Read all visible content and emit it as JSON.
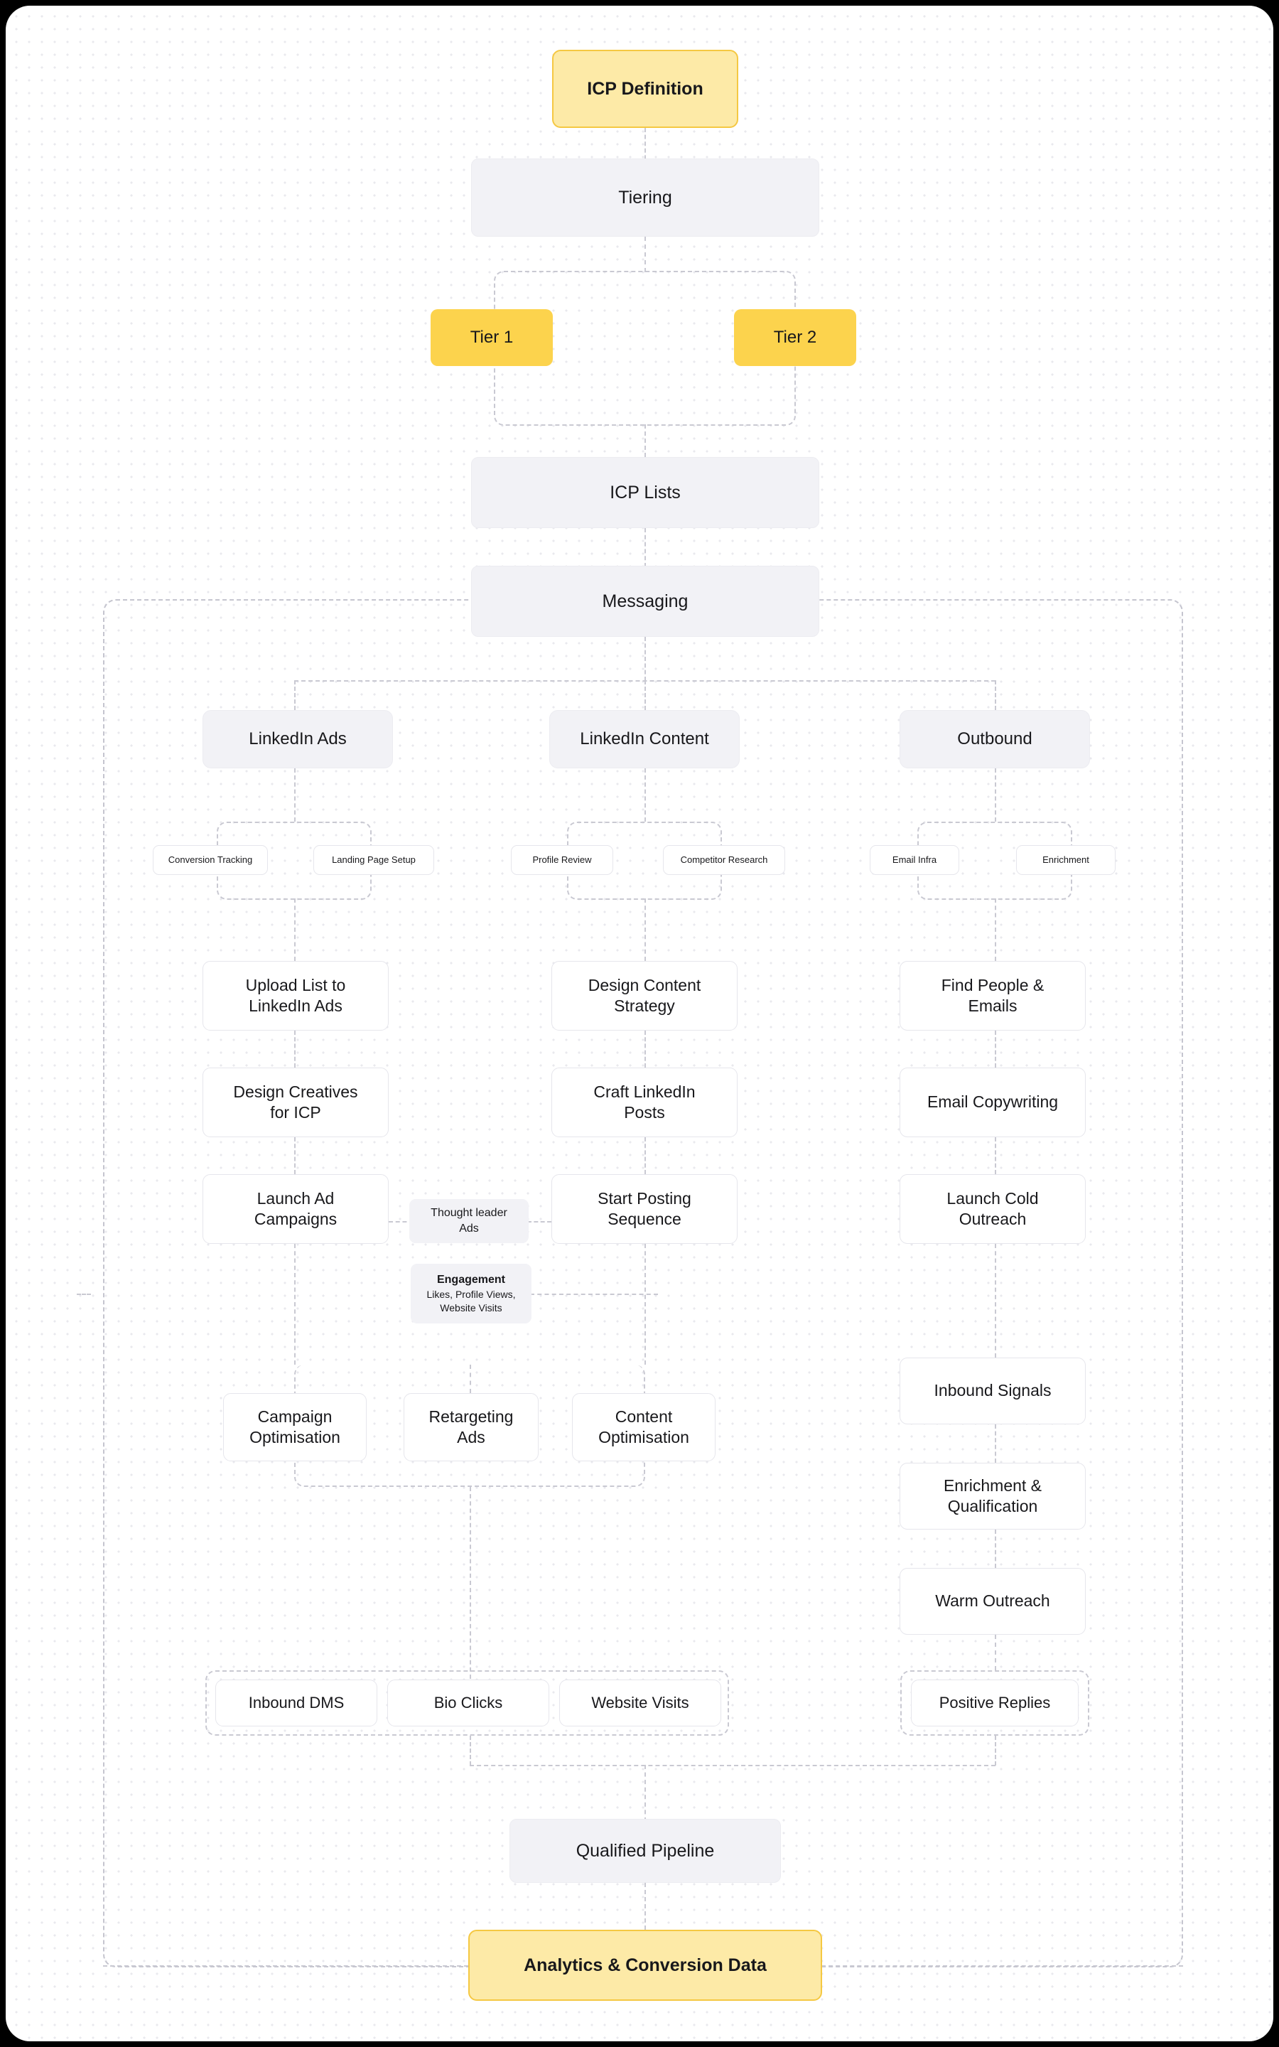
{
  "diagram": {
    "title": "ICP Definition to Analytics GTM Flow",
    "colors": {
      "accent_fill": "#fdeaa7",
      "accent_border": "#f5c842",
      "tier_fill": "#fcd34d",
      "stage_fill": "#f2f2f6",
      "task_fill": "#ffffff",
      "task_border": "#e6e6ec",
      "connector": "#c9c9d2",
      "canvas": "#ffffff",
      "page": "#000000"
    }
  },
  "nodes": {
    "icp_definition": "ICP Definition",
    "tiering": "Tiering",
    "tier1": "Tier 1",
    "tier2": "Tier 2",
    "icp_lists": "ICP Lists",
    "messaging": "Messaging",
    "qualified_pipeline": "Qualified Pipeline",
    "analytics": "Analytics & Conversion Data"
  },
  "lanes": [
    {
      "id": "linkedin-ads",
      "label": "LinkedIn Ads",
      "chips": [
        "Conversion Tracking",
        "Landing Page Setup"
      ],
      "tasks": [
        "Upload List to\nLinkedIn Ads",
        "Design Creatives\nfor ICP",
        "Launch Ad\nCampaigns"
      ]
    },
    {
      "id": "linkedin-content",
      "label": "LinkedIn Content",
      "chips": [
        "Profile Review",
        "Competitor Research"
      ],
      "tasks": [
        "Design Content\nStrategy",
        "Craft LinkedIn\nPosts",
        "Start Posting\nSequence"
      ]
    },
    {
      "id": "outbound",
      "label": "Outbound",
      "chips": [
        "Email Infra",
        "Enrichment"
      ],
      "tasks": [
        "Find People &\nEmails",
        "Email Copywriting",
        "Launch Cold\nOutreach"
      ]
    }
  ],
  "notes": {
    "thought_leader_ads": "Thought leader\nAds",
    "engagement_title": "Engagement",
    "engagement_sub": "Likes, Profile Views,\nWebsite Visits"
  },
  "optimisation_row": [
    "Campaign\nOptimisation",
    "Retargeting\nAds",
    "Content\nOptimisation"
  ],
  "outbound_funnel": [
    "Inbound Signals",
    "Enrichment &\nQualification",
    "Warm Outreach"
  ],
  "outcomes_left": [
    "Inbound DMS",
    "Bio Clicks",
    "Website Visits"
  ],
  "outcomes_right": [
    "Positive Replies"
  ]
}
